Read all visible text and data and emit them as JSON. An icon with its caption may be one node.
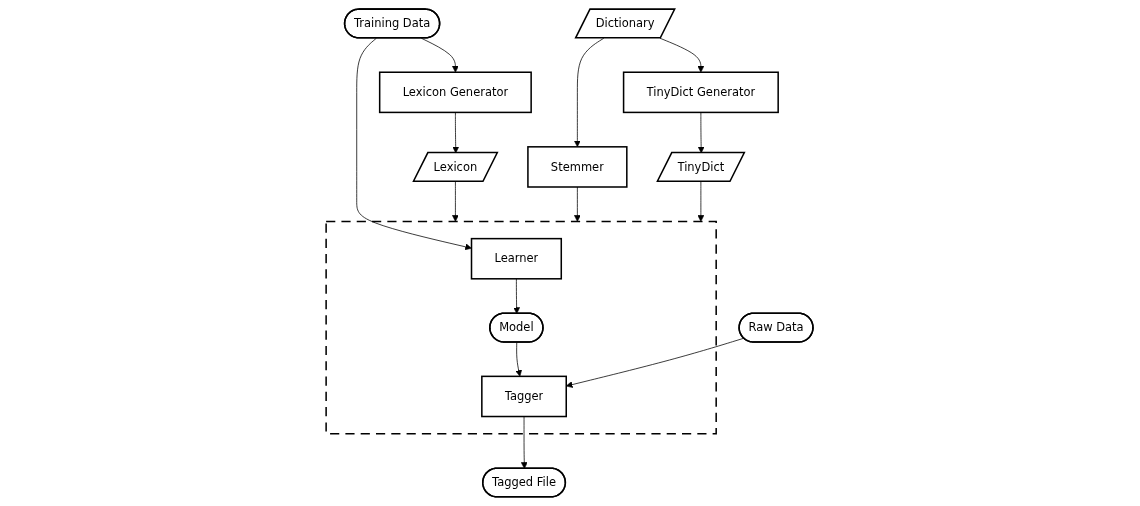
{
  "diagram": {
    "nodes": [
      {
        "text": [
          "Lexicon Generator"
        ]
      },
      {
        "text": [
          "Training Data"
        ]
      },
      {
        "text": [
          "Dictionary"
        ]
      },
      {
        "text": [
          "TinyDict Generator"
        ]
      },
      {
        "text": [
          "Lexicon"
        ]
      },
      {
        "text": [
          "Stemmer"
        ]
      },
      {
        "text": [
          "TinyDict"
        ]
      },
      {
        "text": [],
        "shape": "box"
      },
      {
        "text": [
          "Learner"
        ],
        "in": 7
      },
      {
        "text": [
          "Model"
        ],
        "in": 7
      },
      {
        "text": [
          "Tagger"
        ],
        "in": 7
      },
      {
        "text": [
          "Raw Data"
        ]
      },
      {
        "text": [
          "Tagged File"
        ]
      }
    ],
    "edges": [
      {
        "from": 1,
        "to": 0,
        "arrow": "to"
      },
      {
        "from": 0,
        "to": 4,
        "arrow": "to"
      },
      {
        "from": 1,
        "to": 8,
        "arrow": "to"
      },
      {
        "from": 2,
        "to": 3,
        "arrow": "to"
      },
      {
        "from": 2,
        "to": 5,
        "arrow": "to"
      },
      {
        "from": 3,
        "to": 6,
        "arrow": "to"
      },
      {
        "from": 4,
        "to": 7,
        "arrow": "to"
      },
      {
        "from": 5,
        "to": 7,
        "arrow": "to"
      },
      {
        "from": 6,
        "to": 7,
        "arrow": "to"
      },
      {
        "from": 8,
        "to": 9,
        "arrow": "to"
      },
      {
        "from": 9,
        "to": 10,
        "arrow": "to"
      },
      {
        "from": 11,
        "to": 10,
        "arrow": "to"
      },
      {
        "from": 10,
        "to": 12,
        "arrow": "to"
      }
    ]
  }
}
